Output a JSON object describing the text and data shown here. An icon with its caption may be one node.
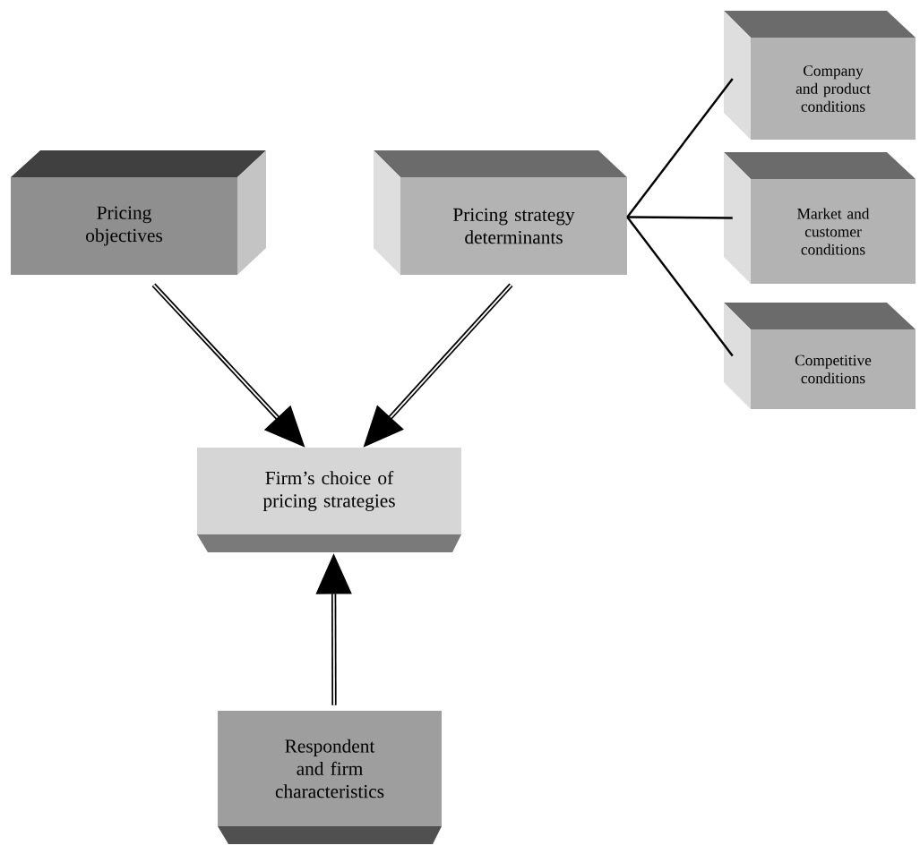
{
  "diagram": {
    "nodes": [
      {
        "text": [
          "Pricing objectives"
        ]
      },
      {
        "text": [
          "Pricing strategy determinants"
        ]
      },
      {
        "text": [
          "Company and product conditions"
        ]
      },
      {
        "text": [
          "Market and customer conditions"
        ]
      },
      {
        "text": [
          "Competitive conditions"
        ]
      },
      {
        "text": [
          "Firm’s choice of pricing strategies"
        ]
      },
      {
        "text": [
          "Respondent and firm characteristics"
        ]
      }
    ],
    "edges": [
      {
        "from": 0,
        "to": 5,
        "arrow": "to",
        "style": "thick"
      },
      {
        "from": 1,
        "to": 5,
        "arrow": "to",
        "style": "thick"
      },
      {
        "from": 6,
        "to": 5,
        "arrow": "to",
        "style": "thick"
      },
      {
        "from": 1,
        "to": 2,
        "arrow": "none"
      },
      {
        "from": 1,
        "to": 3,
        "arrow": "none"
      },
      {
        "from": 1,
        "to": 4,
        "arrow": "none"
      }
    ]
  }
}
